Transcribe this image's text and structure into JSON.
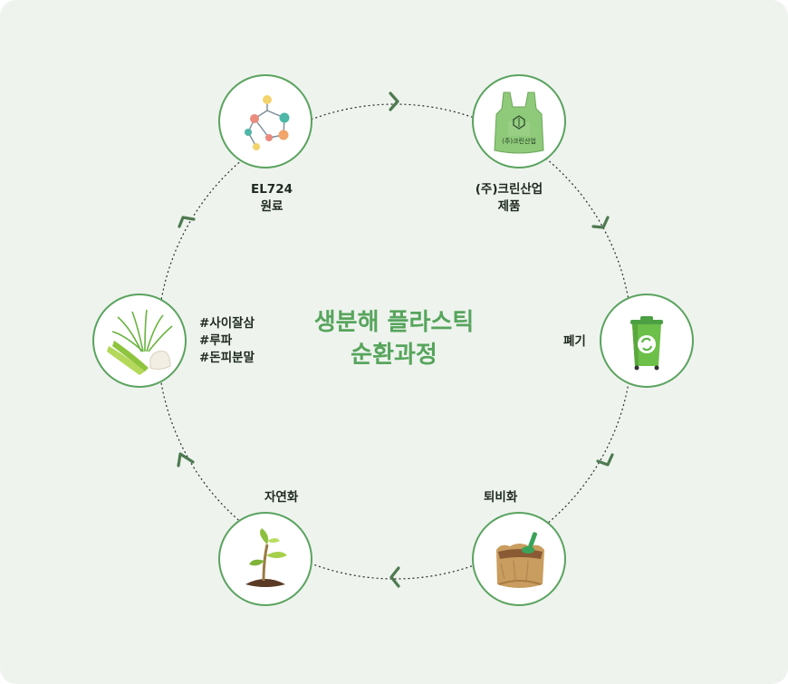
{
  "center": {
    "line1": "생분해 플라스틱",
    "line2": "순환과정"
  },
  "nodes": {
    "material": {
      "line1": "EL724",
      "line2": "원료",
      "icon": "molecule-icon"
    },
    "product": {
      "line1": "(주)크린산업",
      "line2": "제품",
      "icon": "shopping-bag-icon",
      "bag_text": "(주)크린산업"
    },
    "disposal": {
      "line1": "폐기",
      "icon": "recycle-bin-icon"
    },
    "decompose": {
      "line1": "퇴비화",
      "icon": "compost-sack-icon"
    },
    "naturalize": {
      "line1": "자연화",
      "icon": "sprout-icon"
    },
    "sources": {
      "tags": [
        "#사이잘삼",
        "#루파",
        "#돈피분말"
      ],
      "icon": "plant-fiber-icon"
    }
  },
  "colors": {
    "accent": "#57a55c",
    "ring_border": "#5aa35e",
    "arrow": "#4e7a50",
    "background": "#eef3ee"
  }
}
